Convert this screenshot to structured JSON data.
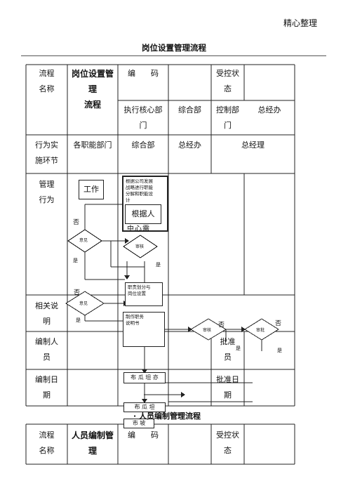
{
  "page_header": "精心整理",
  "doc_title": "岗位设置管理流程",
  "table1": {
    "r1": {
      "label_l1": "流程",
      "label_l2": "名称",
      "name_l1": "岗位设置管",
      "name_l2": "理",
      "name_l3": "流程",
      "code_label": "编　　码",
      "status_l1": "受控状",
      "status_l2": "态"
    },
    "r2": {
      "c1_l1": "执行核心部",
      "c1_l2": "门",
      "c2": "综合部",
      "c3_l1": "控制部",
      "c3_l2": "门",
      "c4": "总经办"
    },
    "r3": {
      "label_l1": "行为实",
      "label_l2": "施环节",
      "c1": "各职能部门",
      "c2": "综合部",
      "c3": "总经办",
      "c4": "总经理"
    },
    "r4": {
      "label_l1": "管理",
      "label_l2": "行为"
    },
    "r5": {
      "label_l1": "相关说",
      "label_l2": "明"
    },
    "r6": {
      "label_l1": "编制人",
      "label_l2": "员",
      "c2_fragment": "员",
      "c4_l1": "批准",
      "c4_l2": "员"
    },
    "r7": {
      "label_l1": "编制日",
      "label_l2": "期",
      "c4_l1": "批准日",
      "c4_l2": "期"
    }
  },
  "flow": {
    "work_box": "工作",
    "plan_box_l1": "根据公司发展",
    "plan_box_l2": "战略进行职能",
    "plan_box_l3": "分解和职能设",
    "plan_box_l4": "计",
    "according_box": "根据人",
    "overlap_text": "中心需",
    "opinion_1": "意见",
    "review_1": "审核",
    "duty_box_l1": "职责划分与",
    "duty_box_l2": "岗位设置",
    "opinion_2": "意见",
    "job_desc_l1": "制作职务",
    "job_desc_l2": "说明书",
    "review_2": "审核",
    "approve": "审批",
    "no_1": "否",
    "no_2": "否",
    "no_3": "否",
    "no_4": "否",
    "yes_1": "是",
    "yes_2": "是",
    "yes_3": "是",
    "yes_4": "是",
    "yes_5": "是",
    "garbled_1": "布 瓜 坦 亦",
    "garbled_2": "布 瓜 坦",
    "garbled_3": "市 坡"
  },
  "sub_title": "· 人员编制管理流程",
  "table2": {
    "label_l1": "流程",
    "label_l2": "名称",
    "name_l1": "人员编制管",
    "name_l2": "理",
    "code_label": "编　　码",
    "status_l1": "受控状",
    "status_l2": "态"
  }
}
